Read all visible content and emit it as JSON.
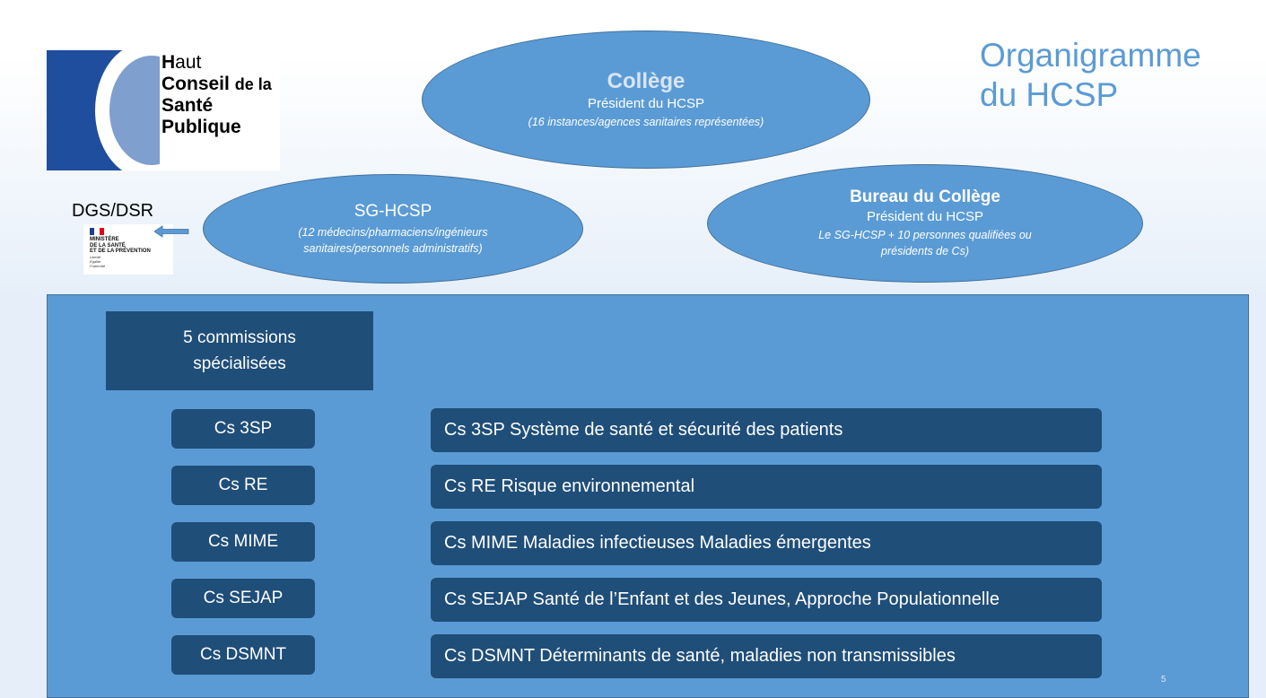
{
  "logo": {
    "line1_bold": "H",
    "line1_rest": "aut",
    "line2_bold": "C",
    "line2_rest": "onseil",
    "line2_small": "de la",
    "line3_bold": "S",
    "line3_rest": "anté",
    "line4_bold": "P",
    "line4_rest": "ublique"
  },
  "title": {
    "line1": "Organigramme",
    "line2": "du HCSP"
  },
  "college": {
    "name": "Collège",
    "president": "Président du HCSP",
    "note": "(16 instances/agences sanitaires représentées)"
  },
  "sg": {
    "name": "SG-HCSP",
    "note_line1": "(12 médecins/pharmaciens/ingénieurs",
    "note_line2": "sanitaires/personnels administratifs)"
  },
  "bureau": {
    "name": "Bureau du Collège",
    "president": "Président du HCSP",
    "note_line1": "Le SG-HCSP + 10 personnes qualifiées ou",
    "note_line2": "présidents de Cs)"
  },
  "dgs": {
    "label": "DGS/DSR",
    "ministry_line1": "MINISTÈRE",
    "ministry_line2": "DE LA SANTÉ",
    "ministry_line3": "ET DE LA PRÉVENTION",
    "motto1": "Liberté",
    "motto2": "Égalité",
    "motto3": "Fraternité"
  },
  "commissions": {
    "header_line1": "5 commissions",
    "header_line2": "spécialisées",
    "items": [
      {
        "short": "Cs 3SP",
        "long": "Cs 3SP Système de santé et sécurité des patients"
      },
      {
        "short": "Cs RE",
        "long": "Cs RE Risque environnemental"
      },
      {
        "short": "Cs MIME",
        "long": "Cs MIME Maladies infectieuses Maladies émergentes"
      },
      {
        "short": "Cs SEJAP",
        "long": "Cs SEJAP Santé de l’Enfant et des Jeunes, Approche Populationnelle"
      },
      {
        "short": "Cs DSMNT",
        "long": "Cs DSMNT Déterminants de santé, maladies non transmissibles"
      }
    ]
  },
  "page_number": "5",
  "colors": {
    "accent": "#5b9bd5",
    "dark_box": "#1f4e79",
    "logo_blue": "#1f4e9e"
  }
}
